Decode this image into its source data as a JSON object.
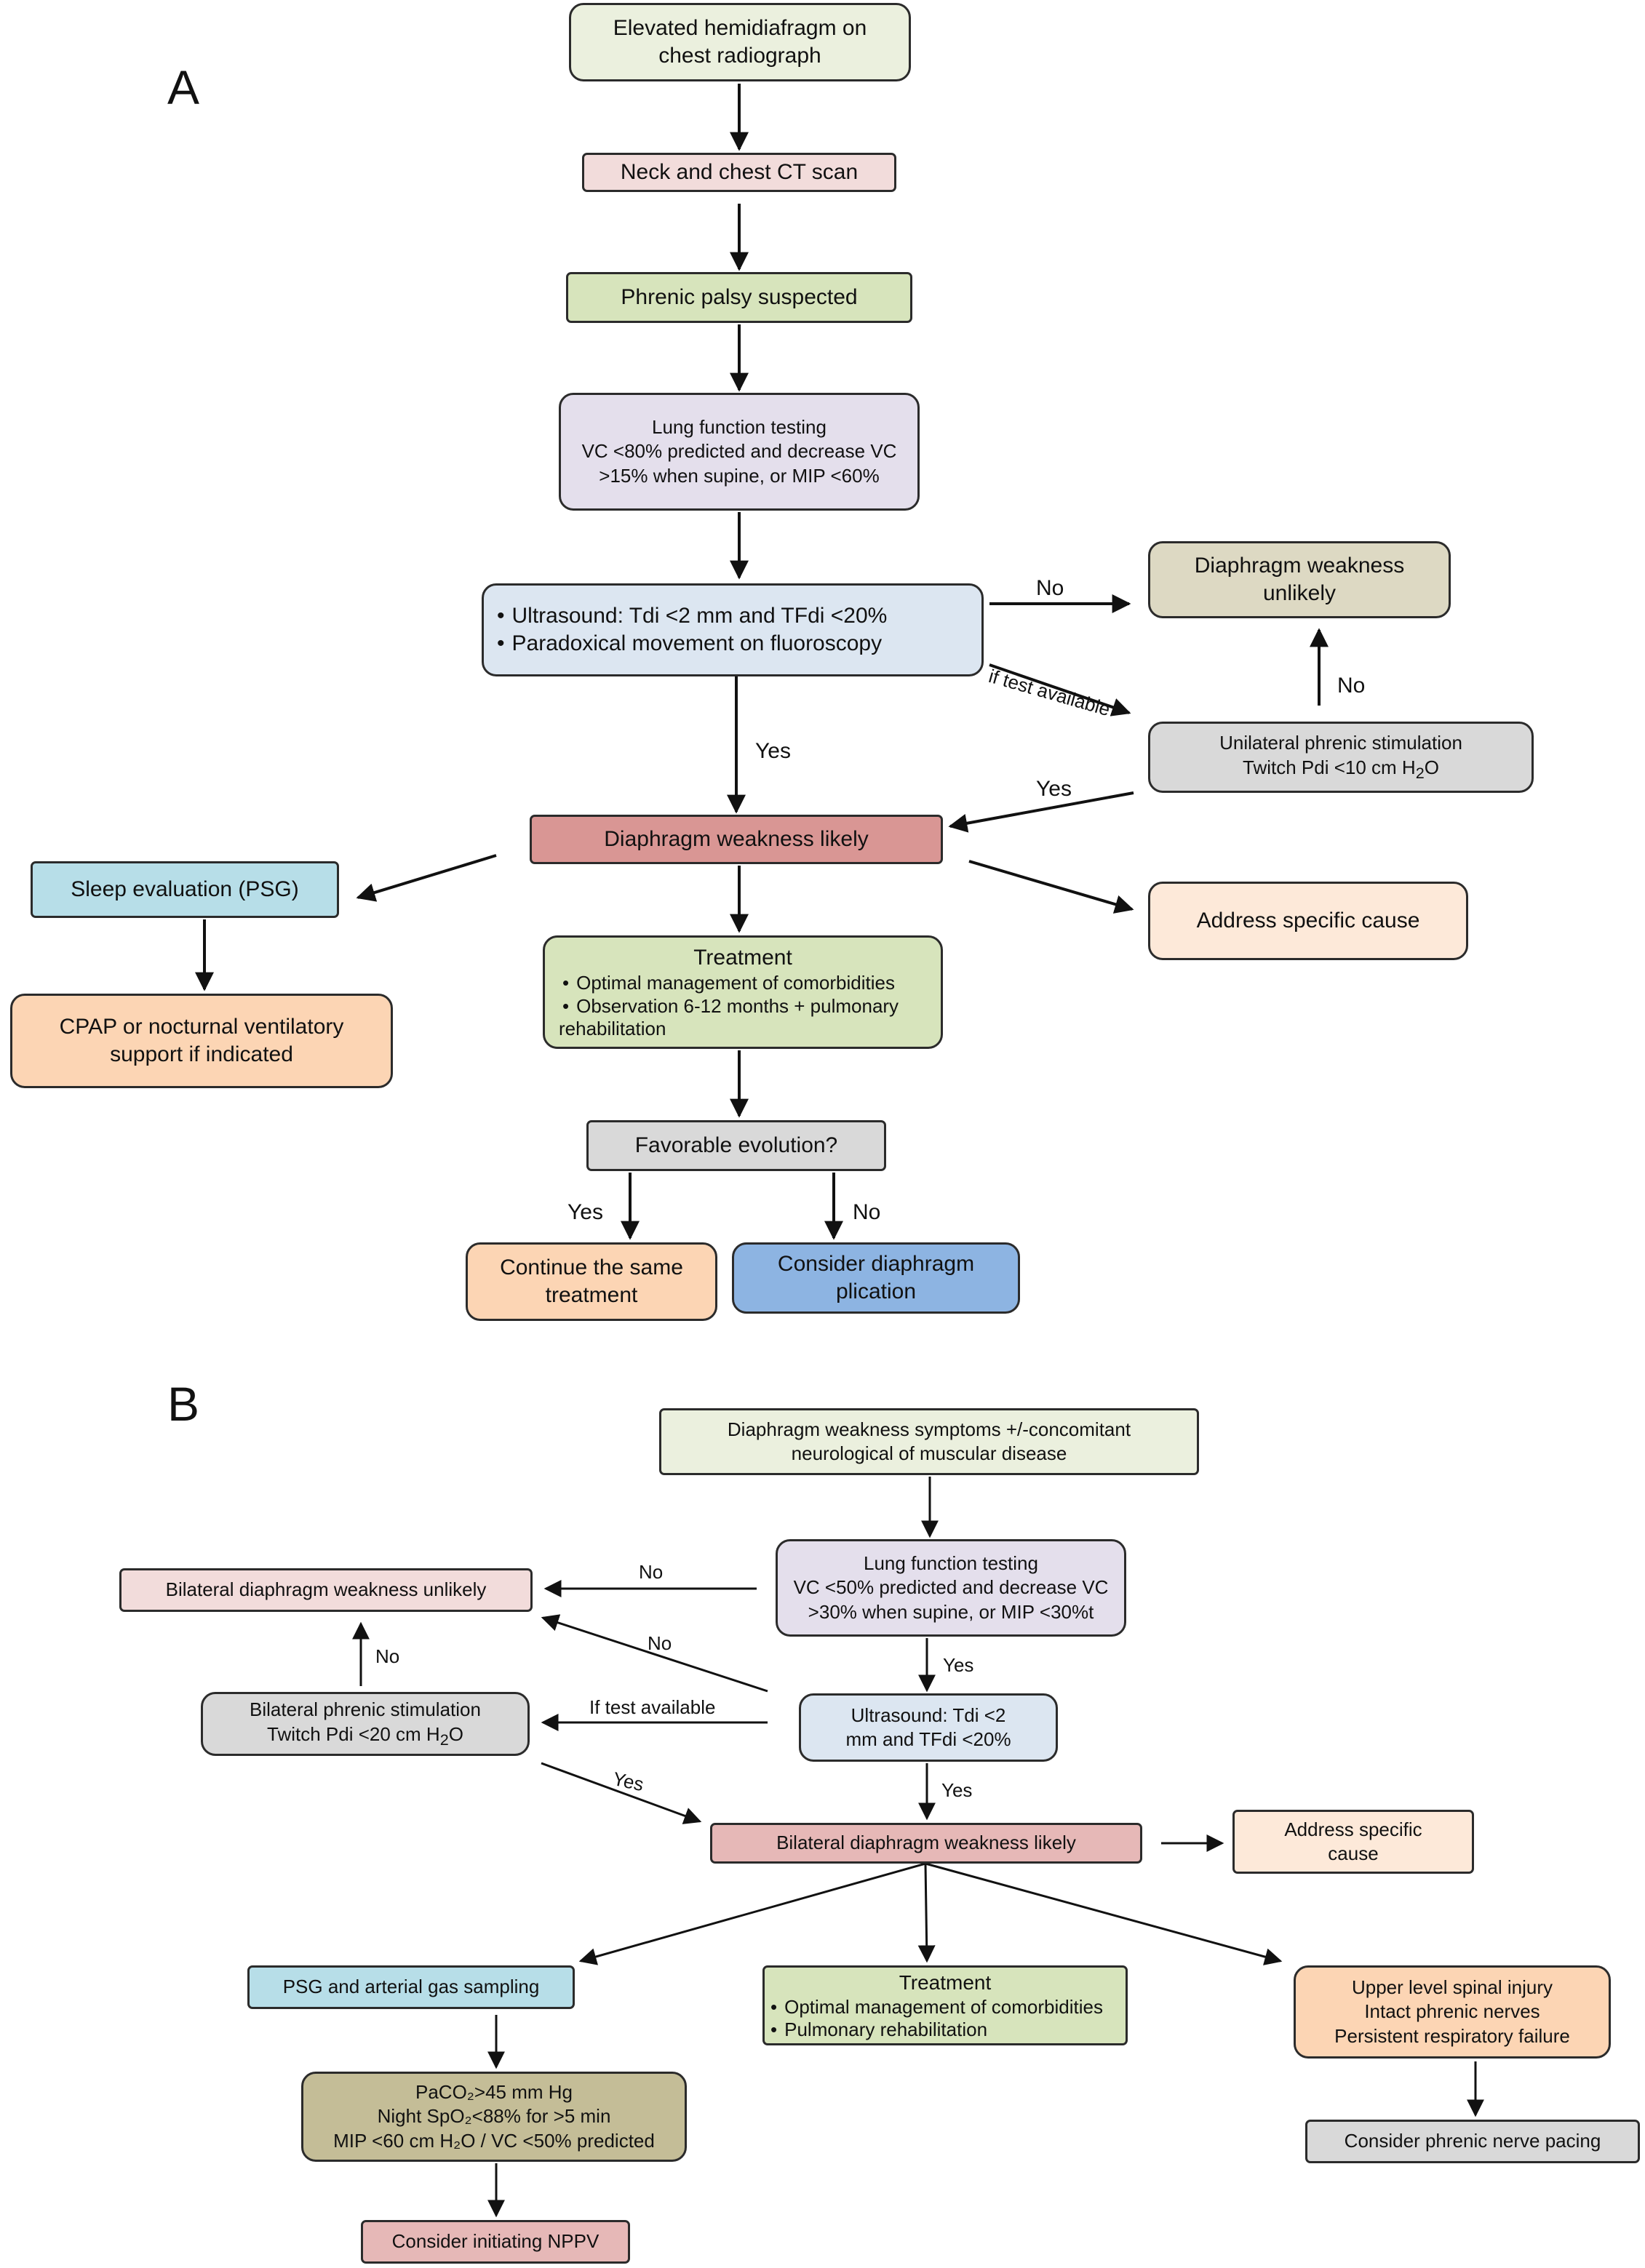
{
  "panel_a": {
    "label": "A",
    "start": [
      "Elevated hemidiafragm on",
      "chest radiograph"
    ],
    "ct": "Neck and chest CT scan",
    "phrenic": "Phrenic palsy suspected",
    "lft": [
      "Lung function testing",
      "VC <80% predicted and decrease VC",
      ">15% when supine, or MIP <60%"
    ],
    "us": [
      "Ultrasound: Tdi <2 mm and TFdi <20%",
      "Paradoxical movement on fluoroscopy"
    ],
    "unlikely": [
      "Diaphragm weakness",
      "unlikely"
    ],
    "stim": [
      "Unilateral phrenic stimulation",
      "Twitch Pdi <10 cm H",
      "2",
      "O"
    ],
    "likely": "Diaphragm weakness likely",
    "sleep": "Sleep evaluation (PSG)",
    "cpap": [
      "CPAP or nocturnal ventilatory",
      "support if indicated"
    ],
    "cause": "Address specific cause",
    "treatment_title": "Treatment",
    "treatment_items": [
      "Optimal management of comorbidities",
      "Observation 6-12 months + pulmonary"
    ],
    "treatment_cont": "rehabilitation",
    "favorable": "Favorable evolution?",
    "continue": [
      "Continue the same",
      "treatment"
    ],
    "plication": [
      "Consider diaphragm",
      "plication"
    ],
    "lbl_no": "No",
    "lbl_yes": "Yes",
    "lbl_if_test": "if test available"
  },
  "panel_b": {
    "label": "B",
    "start": [
      "Diaphragm weakness symptoms +/-concomitant",
      "neurological of muscular disease"
    ],
    "lft": [
      "Lung function testing",
      "VC <50% predicted and decrease VC",
      ">30% when supine, or  MIP <30%t"
    ],
    "unlikely": "Bilateral diaphragm weakness unlikely",
    "us": [
      "Ultrasound: Tdi <2",
      "mm and TFdi <20%"
    ],
    "stim": [
      "Bilateral phrenic stimulation",
      "Twitch Pdi <20 cm H",
      "2",
      "O"
    ],
    "likely": "Bilateral diaphragm weakness likely",
    "cause": [
      "Address specific",
      "cause"
    ],
    "psg": "PSG and arterial gas sampling",
    "treatment_title": "Treatment",
    "treatment_items": [
      "Optimal management of comorbidities",
      "Pulmonary rehabilitation"
    ],
    "spinal": [
      "Upper level spinal injury",
      "Intact phrenic nerves",
      "Persistent respiratory failure"
    ],
    "gas": [
      "PaCO₂>45 mm Hg",
      "Night SpO₂<88% for >5 min",
      "MIP <60 cm H₂O / VC <50% predicted"
    ],
    "pacing": "Consider phrenic nerve pacing",
    "nppv": "Consider initiating NPPV",
    "lbl_no": "No",
    "lbl_yes": "Yes",
    "lbl_if_test": "If test available"
  },
  "colors": {
    "start": "#ebf0de",
    "ct": "#f2dcdb",
    "phrenic": "#d7e4bc",
    "lft": "#e4dfec",
    "us": "#dce6f1",
    "unlikely_a": "#ddd9c3",
    "stim": "#d9d9d9",
    "likely": "#d99694",
    "likely_b": "#e6b8b7",
    "sleep": "#b7dee8",
    "cpap": "#fcd5b4",
    "cause": "#fde9d9",
    "treatment": "#d7e4bc",
    "plication": "#8db4e2",
    "gas": "#c4bd97"
  }
}
